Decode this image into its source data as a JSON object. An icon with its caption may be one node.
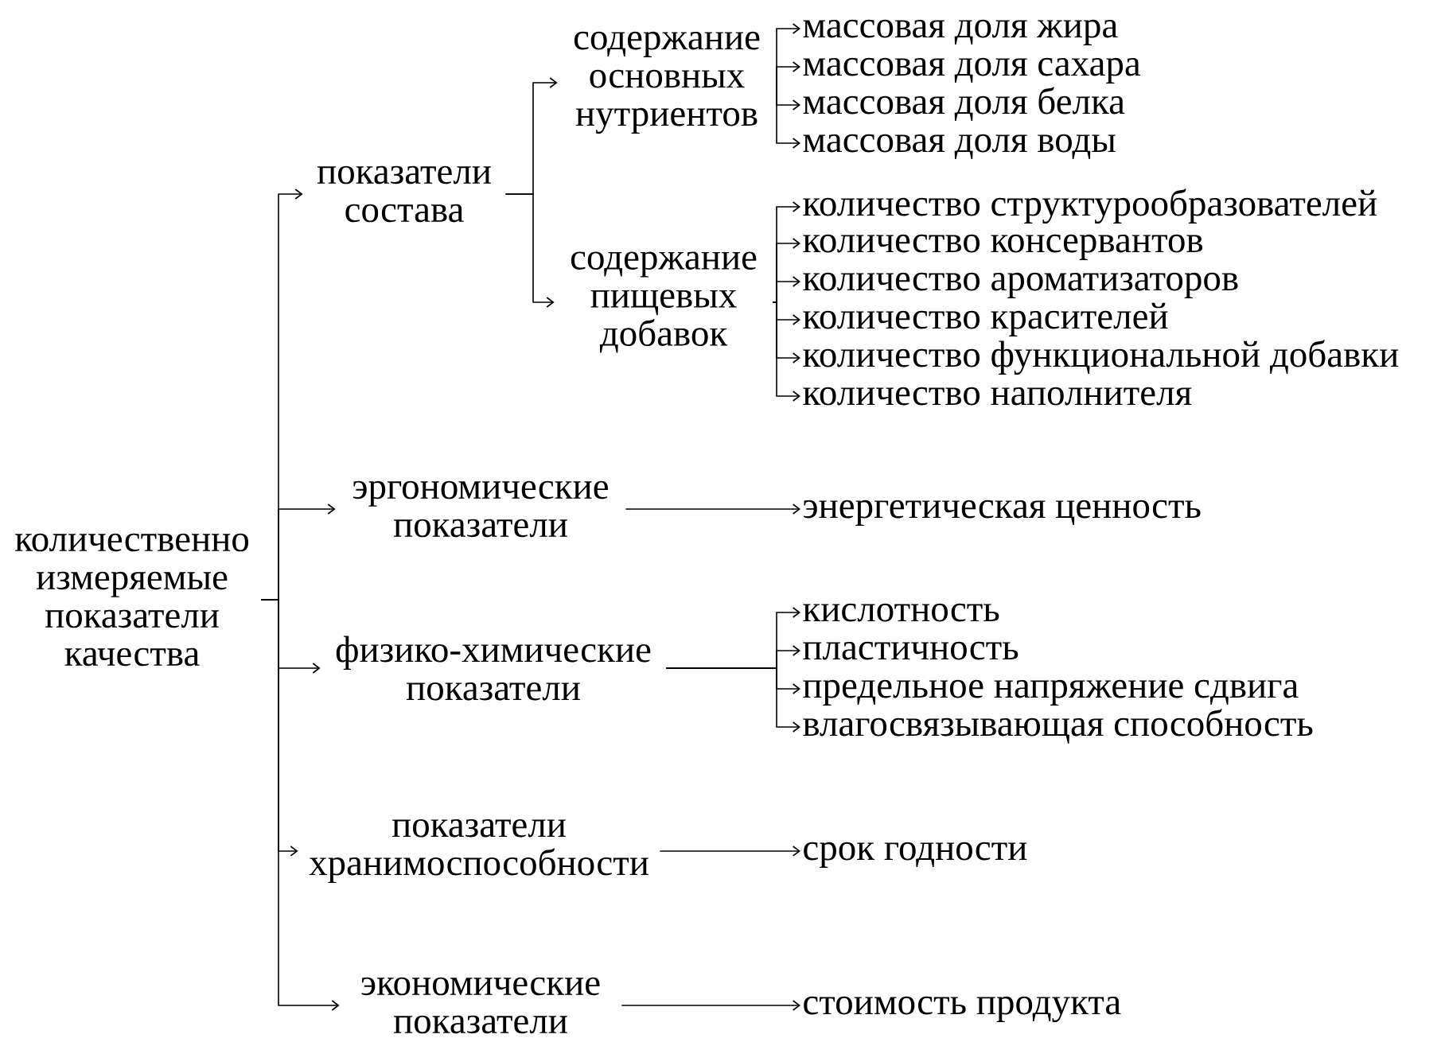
{
  "diagram": {
    "nodes": [
      {
        "text": [
          "количественно измеряемые показатели качества"
        ]
      },
      {
        "text": [
          "показатели состава"
        ]
      },
      {
        "text": [
          "содержание основных нутриентов"
        ]
      },
      {
        "text": [
          "массовая доля жира"
        ]
      },
      {
        "text": [
          "массовая доля сахара"
        ]
      },
      {
        "text": [
          "массовая доля белка"
        ]
      },
      {
        "text": [
          "массовая доля воды"
        ]
      },
      {
        "text": [
          "содержание пищевых добавок"
        ]
      },
      {
        "text": [
          "количество структурообразователей"
        ]
      },
      {
        "text": [
          "количество консервантов"
        ]
      },
      {
        "text": [
          "количество ароматизаторов"
        ]
      },
      {
        "text": [
          "количество красителей"
        ]
      },
      {
        "text": [
          "количество функциональной добавки"
        ]
      },
      {
        "text": [
          "количество наполнителя"
        ]
      },
      {
        "text": [
          "эргономические показатели"
        ]
      },
      {
        "text": [
          "энергетическая ценность"
        ]
      },
      {
        "text": [
          "физико-химические показатели"
        ]
      },
      {
        "text": [
          "кислотность"
        ]
      },
      {
        "text": [
          "пластичность"
        ]
      },
      {
        "text": [
          "предельное напряжение сдвига"
        ]
      },
      {
        "text": [
          "влагосвязывающая способность"
        ]
      },
      {
        "text": [
          "показатели хранимоспособности"
        ]
      },
      {
        "text": [
          "срок годности"
        ]
      },
      {
        "text": [
          "экономические показатели"
        ]
      },
      {
        "text": [
          "стоимость продукта"
        ]
      }
    ],
    "edges": [
      {
        "from": 0,
        "to": 1,
        "arrow": "to"
      },
      {
        "from": 0,
        "to": 14,
        "arrow": "to"
      },
      {
        "from": 0,
        "to": 16,
        "arrow": "to"
      },
      {
        "from": 0,
        "to": 21,
        "arrow": "to"
      },
      {
        "from": 0,
        "to": 23,
        "arrow": "to"
      },
      {
        "from": 1,
        "to": 2,
        "arrow": "to"
      },
      {
        "from": 1,
        "to": 7,
        "arrow": "to"
      },
      {
        "from": 2,
        "to": 3,
        "arrow": "to"
      },
      {
        "from": 2,
        "to": 4,
        "arrow": "to"
      },
      {
        "from": 2,
        "to": 5,
        "arrow": "to"
      },
      {
        "from": 2,
        "to": 6,
        "arrow": "to"
      },
      {
        "from": 7,
        "to": 8,
        "arrow": "to"
      },
      {
        "from": 7,
        "to": 9,
        "arrow": "to"
      },
      {
        "from": 7,
        "to": 10,
        "arrow": "to"
      },
      {
        "from": 7,
        "to": 11,
        "arrow": "to"
      },
      {
        "from": 7,
        "to": 12,
        "arrow": "to"
      },
      {
        "from": 7,
        "to": 13,
        "arrow": "to"
      },
      {
        "from": 14,
        "to": 15,
        "arrow": "to"
      },
      {
        "from": 16,
        "to": 17,
        "arrow": "to"
      },
      {
        "from": 16,
        "to": 18,
        "arrow": "to"
      },
      {
        "from": 16,
        "to": 19,
        "arrow": "to"
      },
      {
        "from": 16,
        "to": 20,
        "arrow": "to"
      },
      {
        "from": 21,
        "to": 22,
        "arrow": "to"
      },
      {
        "from": 23,
        "to": 24,
        "arrow": "to"
      }
    ]
  }
}
